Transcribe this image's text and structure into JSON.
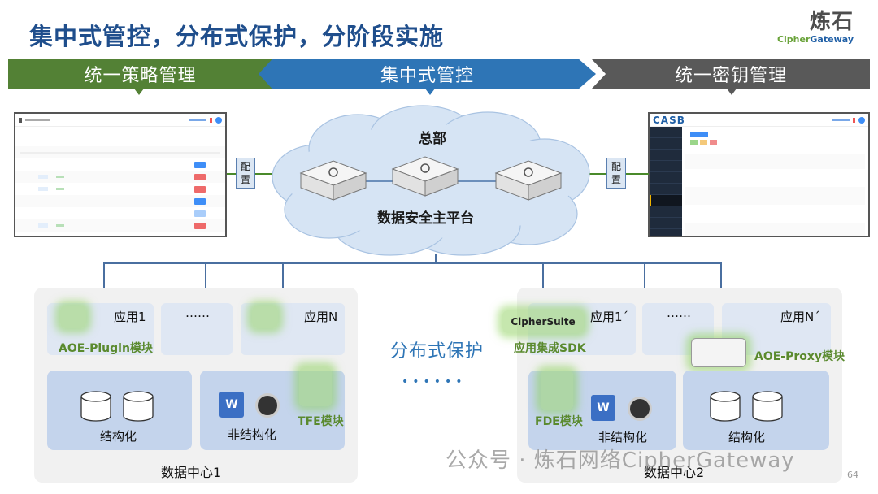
{
  "title": "集中式管控，分布式保护，分阶段实施",
  "logo": {
    "cn": "炼石",
    "en_part1": "Cipher",
    "en_part2": "Gateway"
  },
  "banners": {
    "left": "统一策略管理",
    "middle": "集中式管控",
    "right": "统一密钥管理"
  },
  "colors": {
    "green": "#538135",
    "blue": "#2e75b6",
    "gray": "#595959",
    "title": "#1f4e8c"
  },
  "config_boxes": {
    "left": [
      "配",
      "置"
    ],
    "right": [
      "配",
      "置"
    ]
  },
  "cloud": {
    "top_label": "总部",
    "bottom_label": "数据安全主平台",
    "devices": [
      "gateway-device",
      "gateway-device",
      "gateway-device"
    ]
  },
  "right_screenshot": {
    "logo": "CASB"
  },
  "data_center_1": {
    "label": "数据中心1",
    "apps": [
      "应用1",
      "……",
      "应用N"
    ],
    "plugin_label": "AOE-Plugin模块",
    "structured_label": "结构化",
    "unstructured_label": "非结构化",
    "tfe_label": "TFE模块"
  },
  "distributed": {
    "label": "分布式保护",
    "dots": "••••••"
  },
  "data_center_2": {
    "label": "数据中心2",
    "apps": [
      "应用1´",
      "……",
      "应用N´"
    ],
    "ciphersuite_label": "CipherSuite",
    "sdk_label": "应用集成SDK",
    "proxy_label": "AOE-Proxy模块",
    "fde_label": "FDE模块",
    "unstructured_label": "非结构化",
    "structured_label": "结构化"
  },
  "watermark": "公众号 · 炼石网络CipherGateway",
  "page_number": "64"
}
